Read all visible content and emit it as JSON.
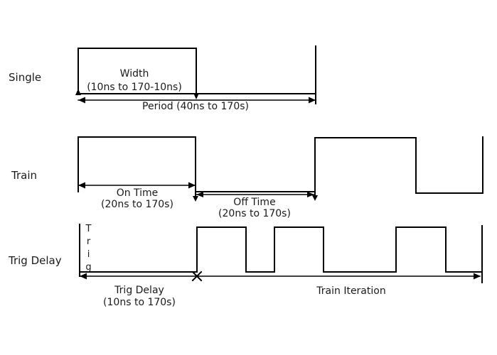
{
  "colors": {
    "background": "#ffffff",
    "line": "#000000",
    "text": "#1a1a1a"
  },
  "rows": {
    "single": {
      "label": "Single",
      "width_label": "Width",
      "width_range": "(10ns to 170-10ns)",
      "period_label": "Period (40ns to 170s)"
    },
    "train": {
      "label": "Train",
      "on_time_label": "On Time",
      "on_time_range": "(20ns to 170s)",
      "off_time_label": "Off Time",
      "off_time_range": "(20ns to 170s)"
    },
    "trig_delay": {
      "label": "Trig Delay",
      "trig_marker": "Trig",
      "delay_label": "Trig Delay",
      "delay_range": "(10ns to 170s)",
      "train_iteration_label": "Train Iteration"
    }
  }
}
